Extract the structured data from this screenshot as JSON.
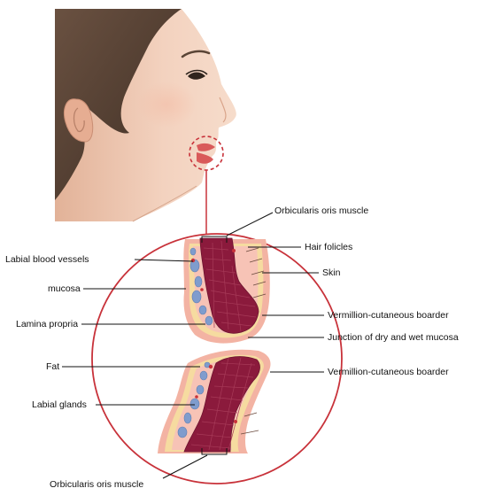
{
  "labels": {
    "orbicularis_top": "Orbicularis oris muscle",
    "hair_follicles": "Hair folicles",
    "skin": "Skin",
    "vermillion_upper": "Vermillion-cutaneous boarder",
    "junction": "Junction of dry and wet mucosa",
    "vermillion_lower": "Vermillion-cutaneous boarder",
    "labial_blood_vessels": "Labial blood vessels",
    "mucosa": "mucosa",
    "lamina_propria": "Lamina propria",
    "fat": "Fat",
    "labial_glands": "Labial glands",
    "orbicularis_bottom": "Orbicularis oris muscle"
  },
  "colors": {
    "accent_red": "#c8323a",
    "skin_tone": "#f0c6ae",
    "hair": "#5a4536",
    "muscle": "#8b1a3c",
    "mucosa_pink": "#f3b3a3",
    "fat_yellow": "#f6dba0",
    "gland_blue": "#7f9ccd"
  },
  "icons": [
    "face-illustration",
    "lip-cross-section"
  ]
}
